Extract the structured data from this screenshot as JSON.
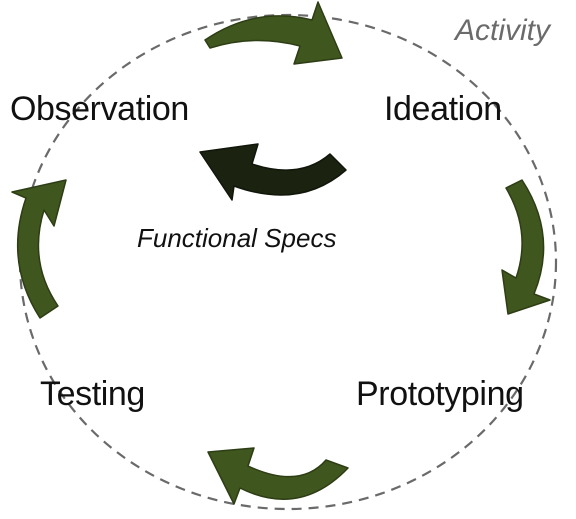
{
  "diagram": {
    "boundary_label": "Activity",
    "center_label": "Functional Specs",
    "stages": {
      "observation": "Observation",
      "ideation": "Ideation",
      "prototyping": "Prototyping",
      "testing": "Testing"
    },
    "colors": {
      "cycle_arrow": "#40561f",
      "cycle_arrow_stroke": "#2d3d14",
      "center_arrow": "#1b2210",
      "boundary": "#6a6a6a"
    }
  }
}
